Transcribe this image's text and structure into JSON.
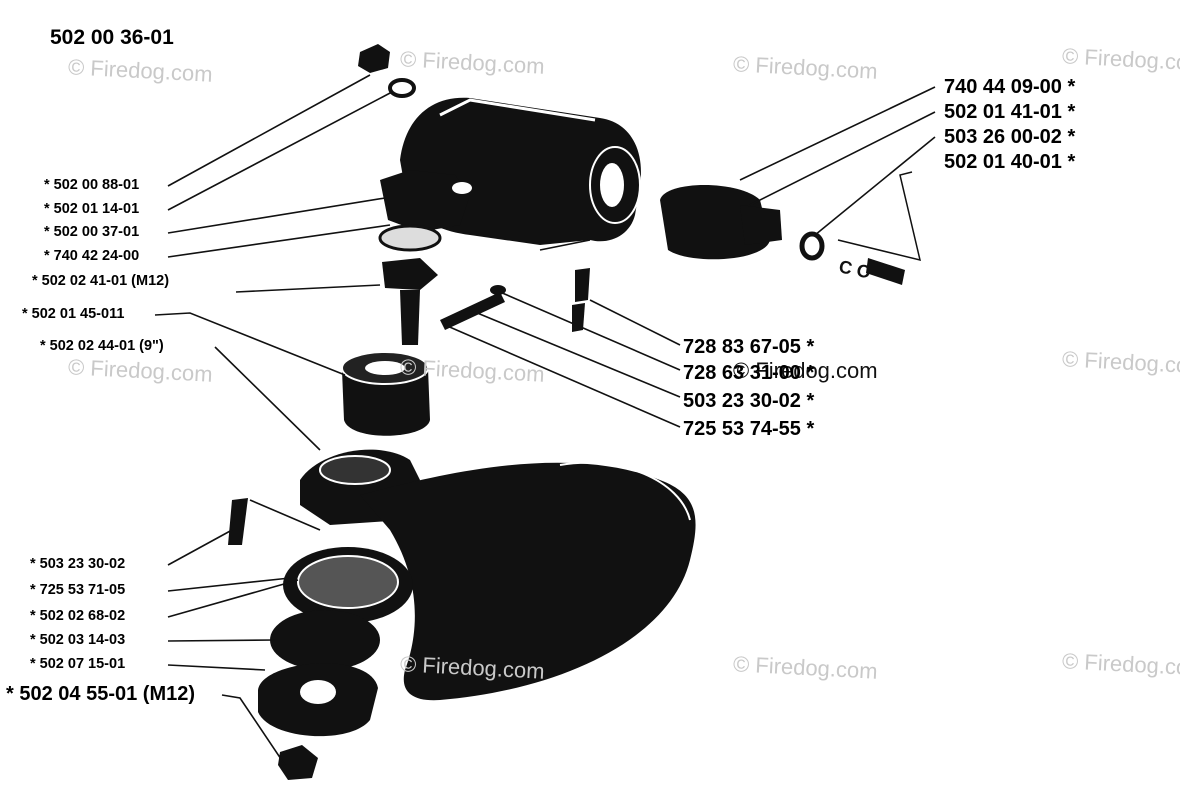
{
  "diagram": {
    "title": "502 00 36-01",
    "watermark": "© Firedog.com",
    "left_labels": [
      "* 502 00 88-01",
      "* 502 01 14-01",
      "* 502 00 37-01",
      "* 740 42 24-00",
      "* 502 02 41-01 (M12)",
      "* 502 01 45-011",
      "* 502 02 44-01 (9\")",
      "* 503 23 30-02",
      "* 725 53 71-05",
      "* 502 02 68-02",
      "* 502 03 14-03",
      "* 502 07 15-01",
      "* 502 04 55-01 (M12)"
    ],
    "right_top_labels": [
      "740 44 09-00 *",
      "502 01 41-01 *",
      "503 26 00-02 *",
      "502 01 40-01 *"
    ],
    "right_mid_labels": [
      "728 83 67-05 *",
      "728 63 31-00 *",
      "503 23 30-02 *",
      "725 53 74-55 *"
    ]
  }
}
